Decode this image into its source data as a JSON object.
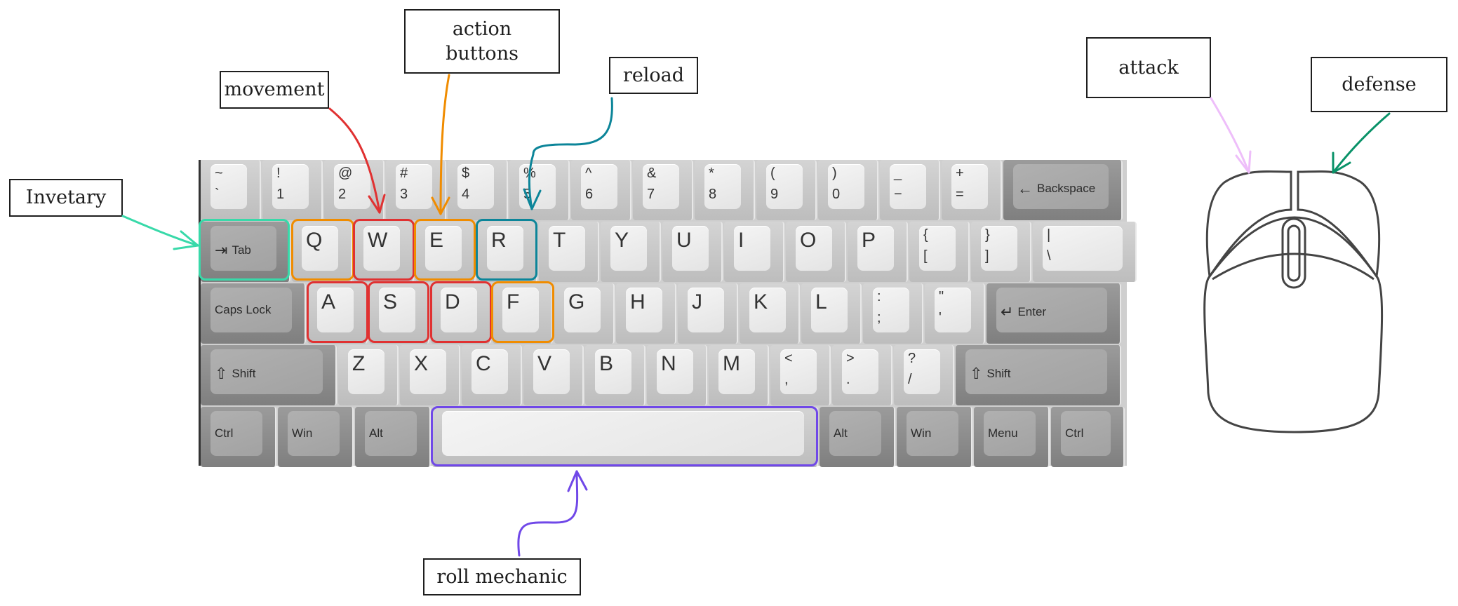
{
  "colors": {
    "movement": "#e03131",
    "action": "#f08c00",
    "reload": "#0c8599",
    "inventory": "#38d9a9",
    "roll": "#7048e8",
    "attack": "#eebefa",
    "defense": "#099268",
    "mouse_outline": "#444444"
  },
  "callouts": {
    "inventory": "Invetary",
    "movement": "movement",
    "action": "action\nbuttons",
    "reload": "reload",
    "attack": "attack",
    "defense": "defense",
    "roll": "roll mechanic"
  },
  "keyboard": {
    "rows": [
      [
        {
          "top": "~",
          "bot": "`"
        },
        {
          "top": "!",
          "bot": "1"
        },
        {
          "top": "@",
          "bot": "2"
        },
        {
          "top": "#",
          "bot": "3"
        },
        {
          "top": "$",
          "bot": "4"
        },
        {
          "top": "%",
          "bot": "5"
        },
        {
          "top": "^",
          "bot": "6"
        },
        {
          "top": "&",
          "bot": "7"
        },
        {
          "top": "*",
          "bot": "8"
        },
        {
          "top": "(",
          "bot": "9"
        },
        {
          "top": ")",
          "bot": "0"
        },
        {
          "top": "_",
          "bot": "−"
        },
        {
          "top": "+",
          "bot": "="
        },
        {
          "mod": "Backspace",
          "icon": "←"
        }
      ],
      [
        {
          "mod": "Tab",
          "icon": "⇥"
        },
        {
          "big": "Q"
        },
        {
          "big": "W"
        },
        {
          "big": "E"
        },
        {
          "big": "R"
        },
        {
          "big": "T"
        },
        {
          "big": "Y"
        },
        {
          "big": "U"
        },
        {
          "big": "I"
        },
        {
          "big": "O"
        },
        {
          "big": "P"
        },
        {
          "top": "{",
          "bot": "["
        },
        {
          "top": "}",
          "bot": "]"
        },
        {
          "top": "|",
          "bot": "\\"
        }
      ],
      [
        {
          "mod": "Caps Lock"
        },
        {
          "big": "A"
        },
        {
          "big": "S"
        },
        {
          "big": "D"
        },
        {
          "big": "F"
        },
        {
          "big": "G"
        },
        {
          "big": "H"
        },
        {
          "big": "J"
        },
        {
          "big": "K"
        },
        {
          "big": "L"
        },
        {
          "top": ":",
          "bot": ";"
        },
        {
          "top": "\"",
          "bot": "'"
        },
        {
          "mod": "Enter",
          "icon": "↵"
        }
      ],
      [
        {
          "mod": "Shift",
          "icon": "⇧"
        },
        {
          "big": "Z"
        },
        {
          "big": "X"
        },
        {
          "big": "C"
        },
        {
          "big": "V"
        },
        {
          "big": "B"
        },
        {
          "big": "N"
        },
        {
          "big": "M"
        },
        {
          "top": "<",
          "bot": ","
        },
        {
          "top": ">",
          "bot": "."
        },
        {
          "top": "?",
          "bot": "/"
        },
        {
          "mod": "Shift",
          "icon": "⇧"
        }
      ],
      [
        {
          "mod": "Ctrl"
        },
        {
          "mod": "Win"
        },
        {
          "mod": "Alt"
        },
        {
          "space": ""
        },
        {
          "mod": "Alt"
        },
        {
          "mod": "Win"
        },
        {
          "mod": "Menu"
        },
        {
          "mod": "Ctrl"
        }
      ]
    ]
  }
}
